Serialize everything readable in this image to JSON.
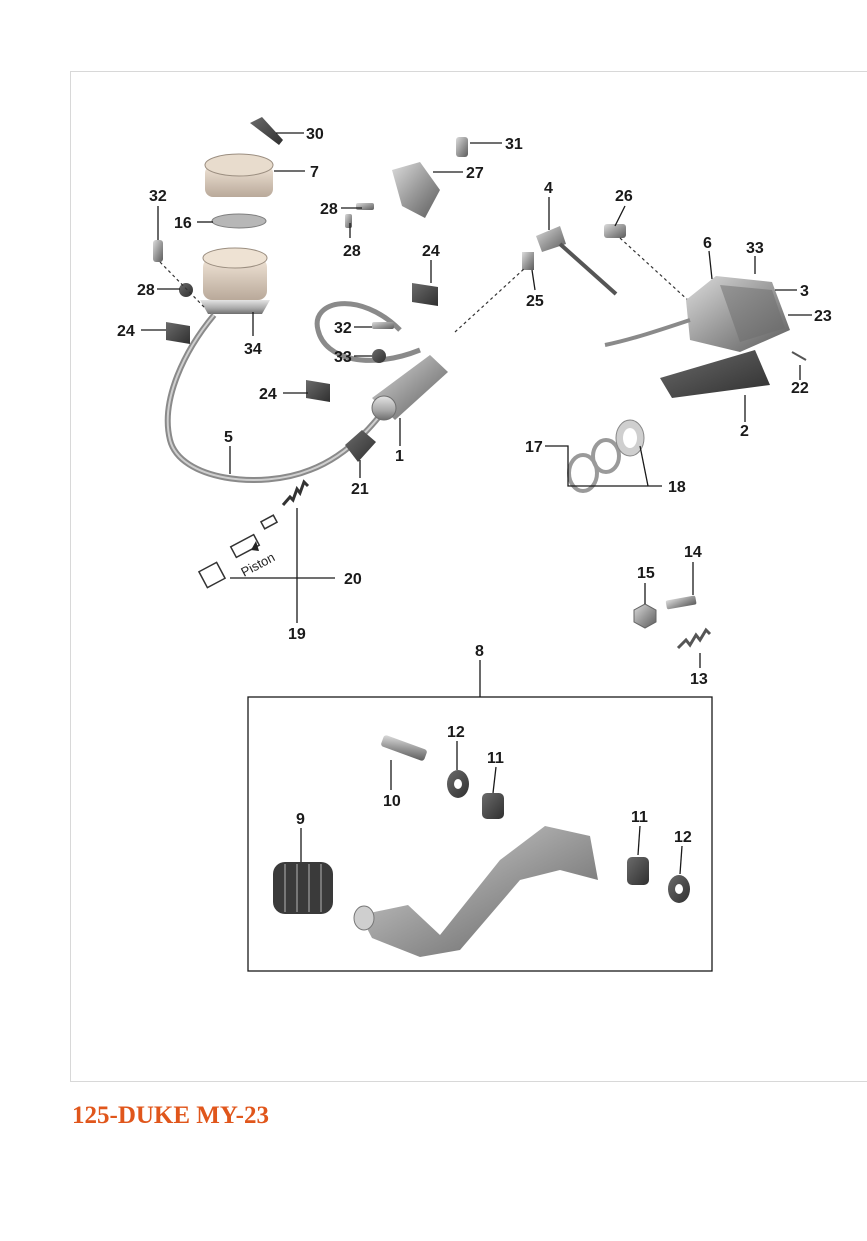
{
  "figure": {
    "callouts": [
      "30",
      "7",
      "16",
      "32",
      "28",
      "34",
      "24",
      "31",
      "27",
      "28",
      "28",
      "24",
      "4",
      "26",
      "6",
      "33",
      "3",
      "23",
      "25",
      "32",
      "33",
      "24",
      "1",
      "5",
      "21",
      "17",
      "18",
      "22",
      "2",
      "20",
      "19",
      "15",
      "14",
      "13",
      "8",
      "12",
      "11",
      "10",
      "9",
      "11",
      "12"
    ],
    "piston_label": "Piston"
  },
  "footer": {
    "model_title": "125-DUKE MY-23",
    "title_color": "#e0561b"
  }
}
